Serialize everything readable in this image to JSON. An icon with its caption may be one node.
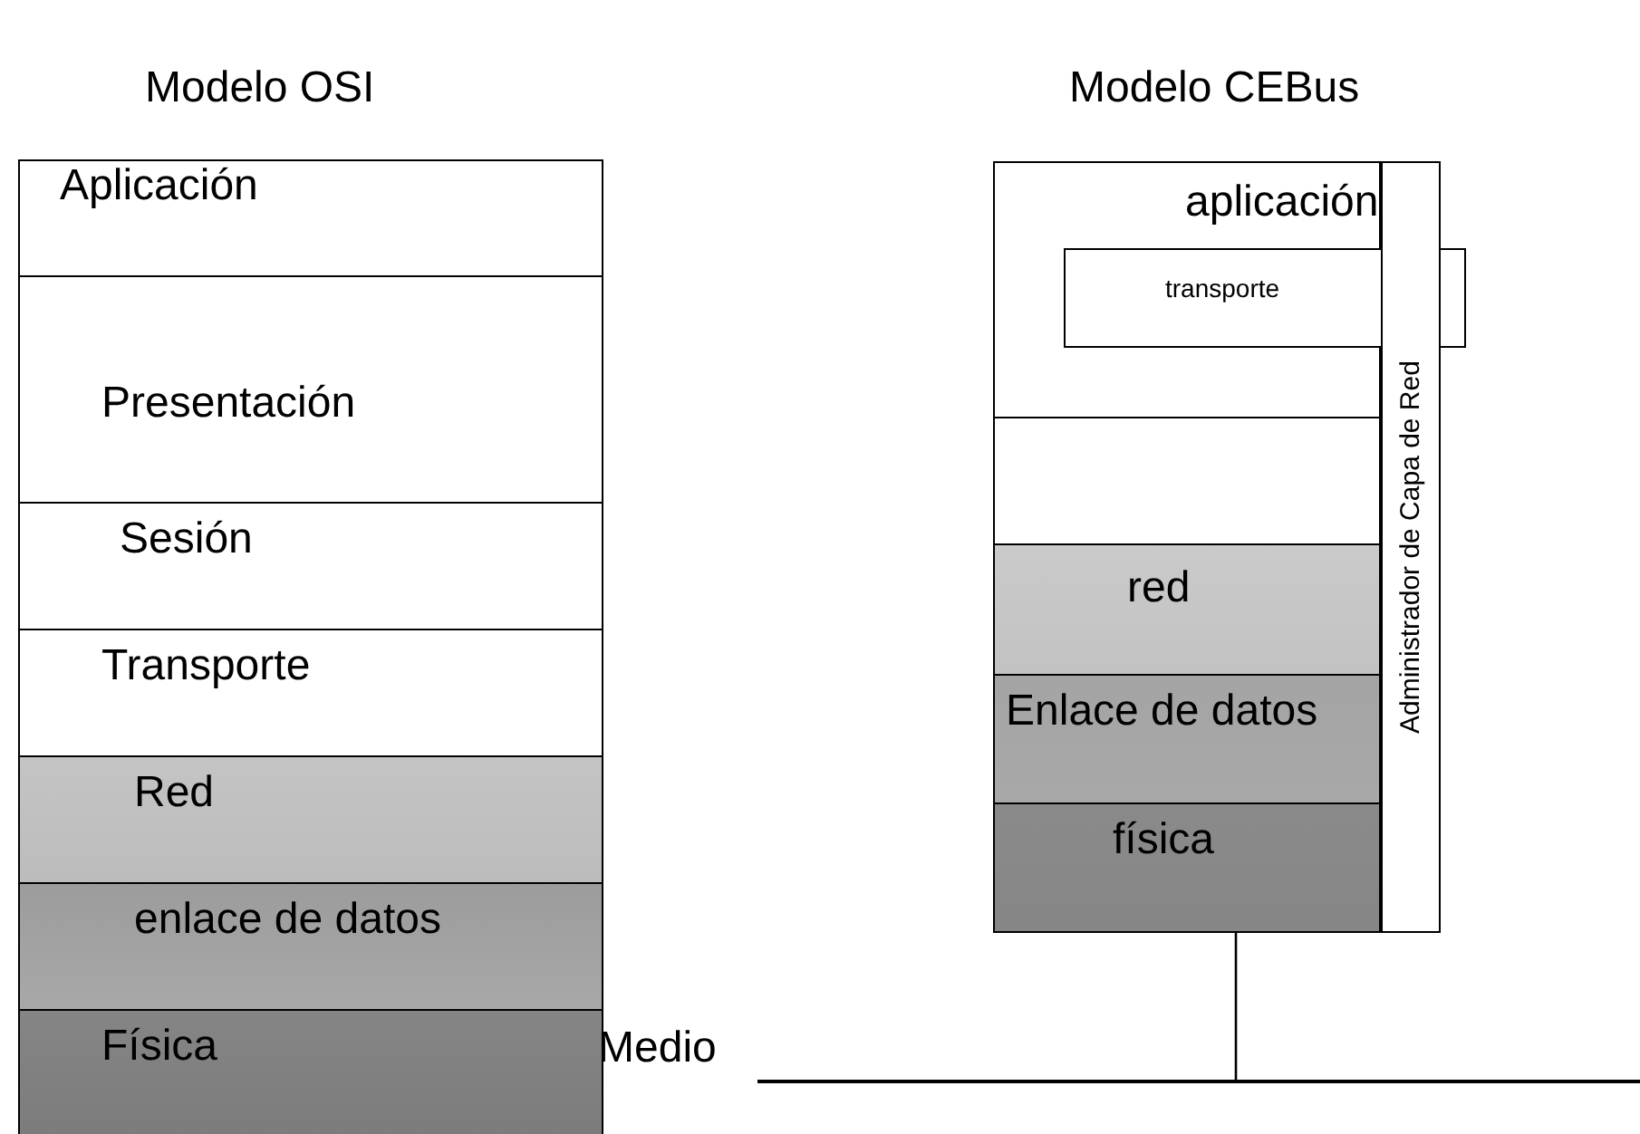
{
  "diagram": {
    "nodes": [
      {
        "text": [
          "Aplicación"
        ]
      },
      {
        "text": [
          "Presentación"
        ]
      },
      {
        "text": [
          "Sesión"
        ]
      },
      {
        "text": [
          "Transporte"
        ]
      },
      {
        "text": [
          "Red"
        ]
      },
      {
        "text": [
          "enlace de datos"
        ]
      },
      {
        "text": [
          "Física"
        ]
      },
      {
        "text": [
          "aplicación"
        ]
      },
      {
        "text": [
          "transporte"
        ]
      },
      {
        "text": [],
        "shape": "box"
      },
      {
        "text": [
          "red"
        ]
      },
      {
        "text": [
          "Enlace de datos"
        ]
      },
      {
        "text": [
          "física"
        ]
      },
      {
        "text": [
          "Administrador de Capa de Red"
        ]
      },
      {
        "text": [],
        "shape": "line"
      }
    ],
    "edges": [
      {
        "from": 12,
        "to": 14,
        "arrow": "none"
      }
    ],
    "labels": [
      "Modelo OSI",
      "Modelo CEBus",
      "Medio"
    ]
  }
}
